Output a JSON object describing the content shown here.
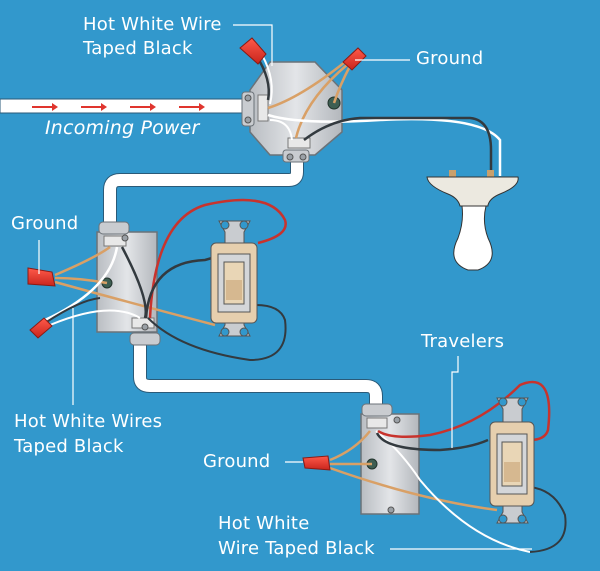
{
  "diagram": {
    "title": "Three-way switch wiring with power at light fixture",
    "colors": {
      "background": "#3298cc",
      "hot_wire": "#333a3f",
      "traveler_wire": "#c8332d",
      "neutral_wire": "#ffffff",
      "ground_wire": "#d9a066",
      "wire_nut": "#e0352e",
      "box_metal": "#c9ccd0",
      "switch_body": "#e6cfae",
      "fixture": "#ece9e0",
      "bulb": "#ffffff",
      "cable_sheath": "#ffffff"
    },
    "labels": {
      "hot_white_wire_top_line1": "Hot White Wire",
      "hot_white_wire_top_line2": "Taped Black",
      "ground_top": "Ground",
      "incoming_power": "Incoming Power",
      "ground_left": "Ground",
      "hot_white_wires_left_line1": "Hot White Wires",
      "hot_white_wires_left_line2": "Taped Black",
      "travelers": "Travelers",
      "ground_bottom": "Ground",
      "hot_white_wire_bottom_line1": "Hot White",
      "hot_white_wire_bottom_line2": "Wire Taped Black"
    },
    "components": [
      {
        "id": "junction-box",
        "name": "Ceiling junction box"
      },
      {
        "id": "light-fixture",
        "name": "Light fixture with bulb"
      },
      {
        "id": "switch-box-1",
        "name": "First switch box"
      },
      {
        "id": "three-way-switch-1",
        "name": "First three-way switch"
      },
      {
        "id": "switch-box-2",
        "name": "Second switch box"
      },
      {
        "id": "three-way-switch-2",
        "name": "Second three-way switch"
      }
    ],
    "power_flow_arrows": 4
  }
}
